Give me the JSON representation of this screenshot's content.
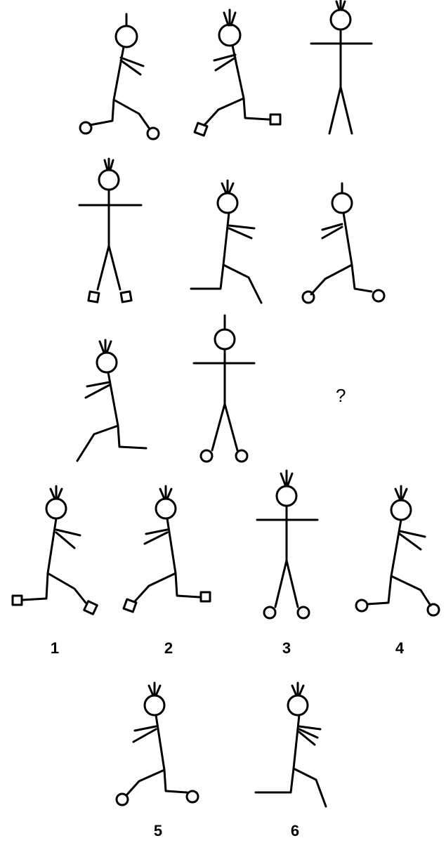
{
  "puzzle": {
    "missing_marker": "?",
    "option_labels": [
      "1",
      "2",
      "3",
      "4",
      "5",
      "6"
    ]
  }
}
